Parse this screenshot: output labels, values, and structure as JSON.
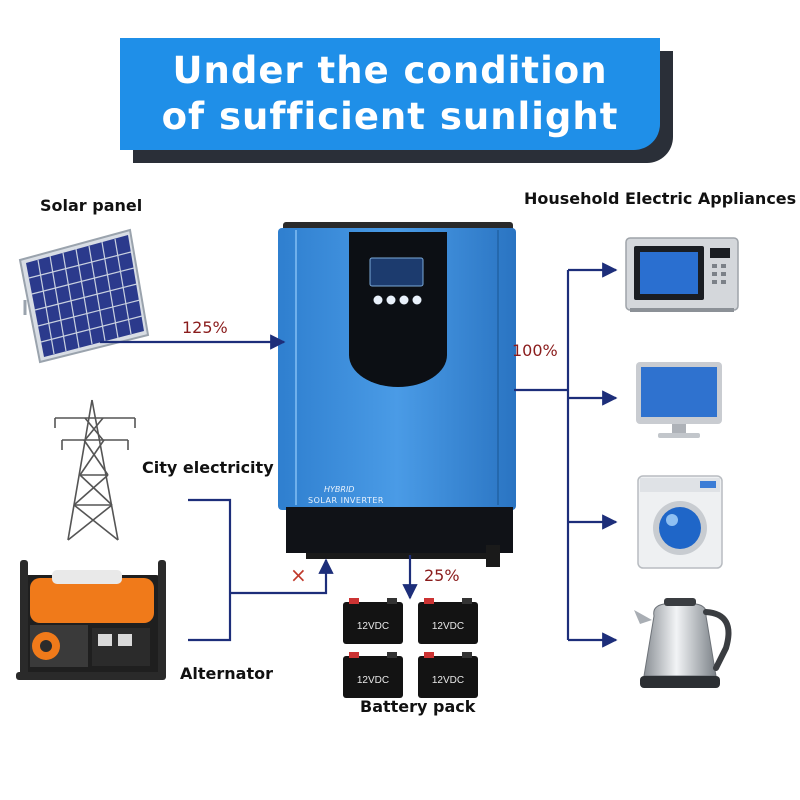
{
  "title": {
    "line1": "Under the condition",
    "line2": "of sufficient sunlight"
  },
  "labels": {
    "solar_panel": "Solar panel",
    "city_electricity": "City electricity",
    "alternator": "Alternator",
    "household": "Household Electric Appliances",
    "battery_pack": "Battery pack"
  },
  "flows": {
    "solar_in": "125%",
    "output": "100%",
    "battery": "25%",
    "grid_blocked": "×"
  },
  "inverter": {
    "brand_line1": "HYBRID",
    "brand_line2": "SOLAR INVERTER"
  },
  "battery": {
    "cell_label": "12VDC"
  },
  "colors": {
    "banner": "#1f8fe8",
    "inverter_body": "#3d8fd9",
    "line": "#1d2e7a",
    "percent": "#8a1c1c",
    "blocked": "#c0392b"
  }
}
